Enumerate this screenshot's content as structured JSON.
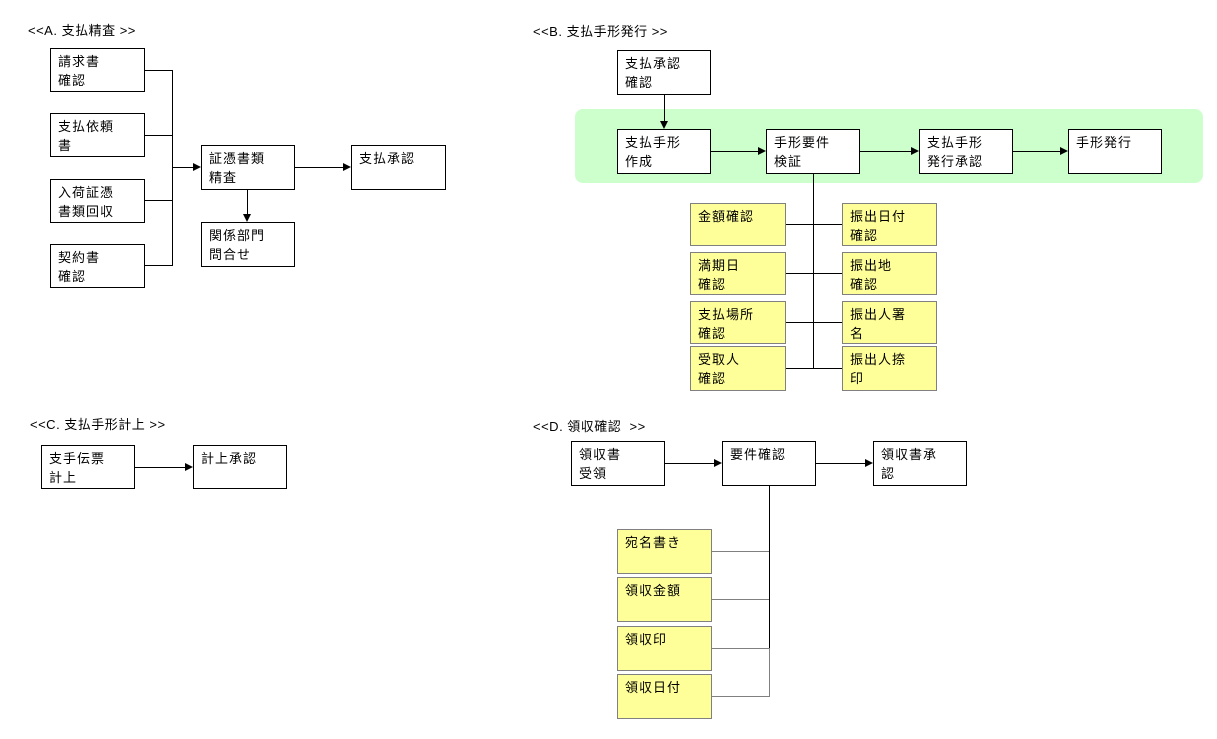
{
  "colors": {
    "band_green": "#CCFFCC",
    "note_yellow": "#FFFF99",
    "note_border": "#808080",
    "line_black": "#000000",
    "line_gray": "#808080"
  },
  "sections": {
    "a": {
      "title": "<<A. 支払精査 >>",
      "nodes": {
        "invoice_check": "請求書\n確認",
        "payment_request_doc": "支払依頼\n書",
        "receiving_evidence_collect": "入荷証憑\n書類回収",
        "contract_check": "契約書\n確認",
        "evidence_review": "証憑書類\n精査",
        "payment_approval": "支払承認",
        "related_dept_inquiry": "関係部門\n問合せ"
      }
    },
    "b": {
      "title": "<<B. 支払手形発行 >>",
      "nodes": {
        "payment_approval_check": "支払承認\n確認",
        "note_create": "支払手形\n作成",
        "note_requirements_verify": "手形要件\n検証",
        "note_issue_approval": "支払手形\n発行承認",
        "note_issue": "手形発行"
      },
      "checks_left": [
        "金額確認",
        "満期日\n確認",
        "支払場所\n確認",
        "受取人\n確認"
      ],
      "checks_right": [
        "振出日付\n確認",
        "振出地\n確認",
        "振出人署\n名",
        "振出人捺\n印"
      ]
    },
    "c": {
      "title": "<<C. 支払手形計上 >>",
      "nodes": {
        "note_voucher_entry": "支手伝票\n計上",
        "entry_approval": "計上承認"
      }
    },
    "d": {
      "title": "<<D. 領収確認  >>",
      "nodes": {
        "receipt_receive": "領収書\n受領",
        "requirements_check": "要件確認",
        "receipt_approval": "領収書承\n認"
      },
      "checks": [
        "宛名書き",
        "領収金額",
        "領収印",
        "領収日付"
      ]
    }
  }
}
